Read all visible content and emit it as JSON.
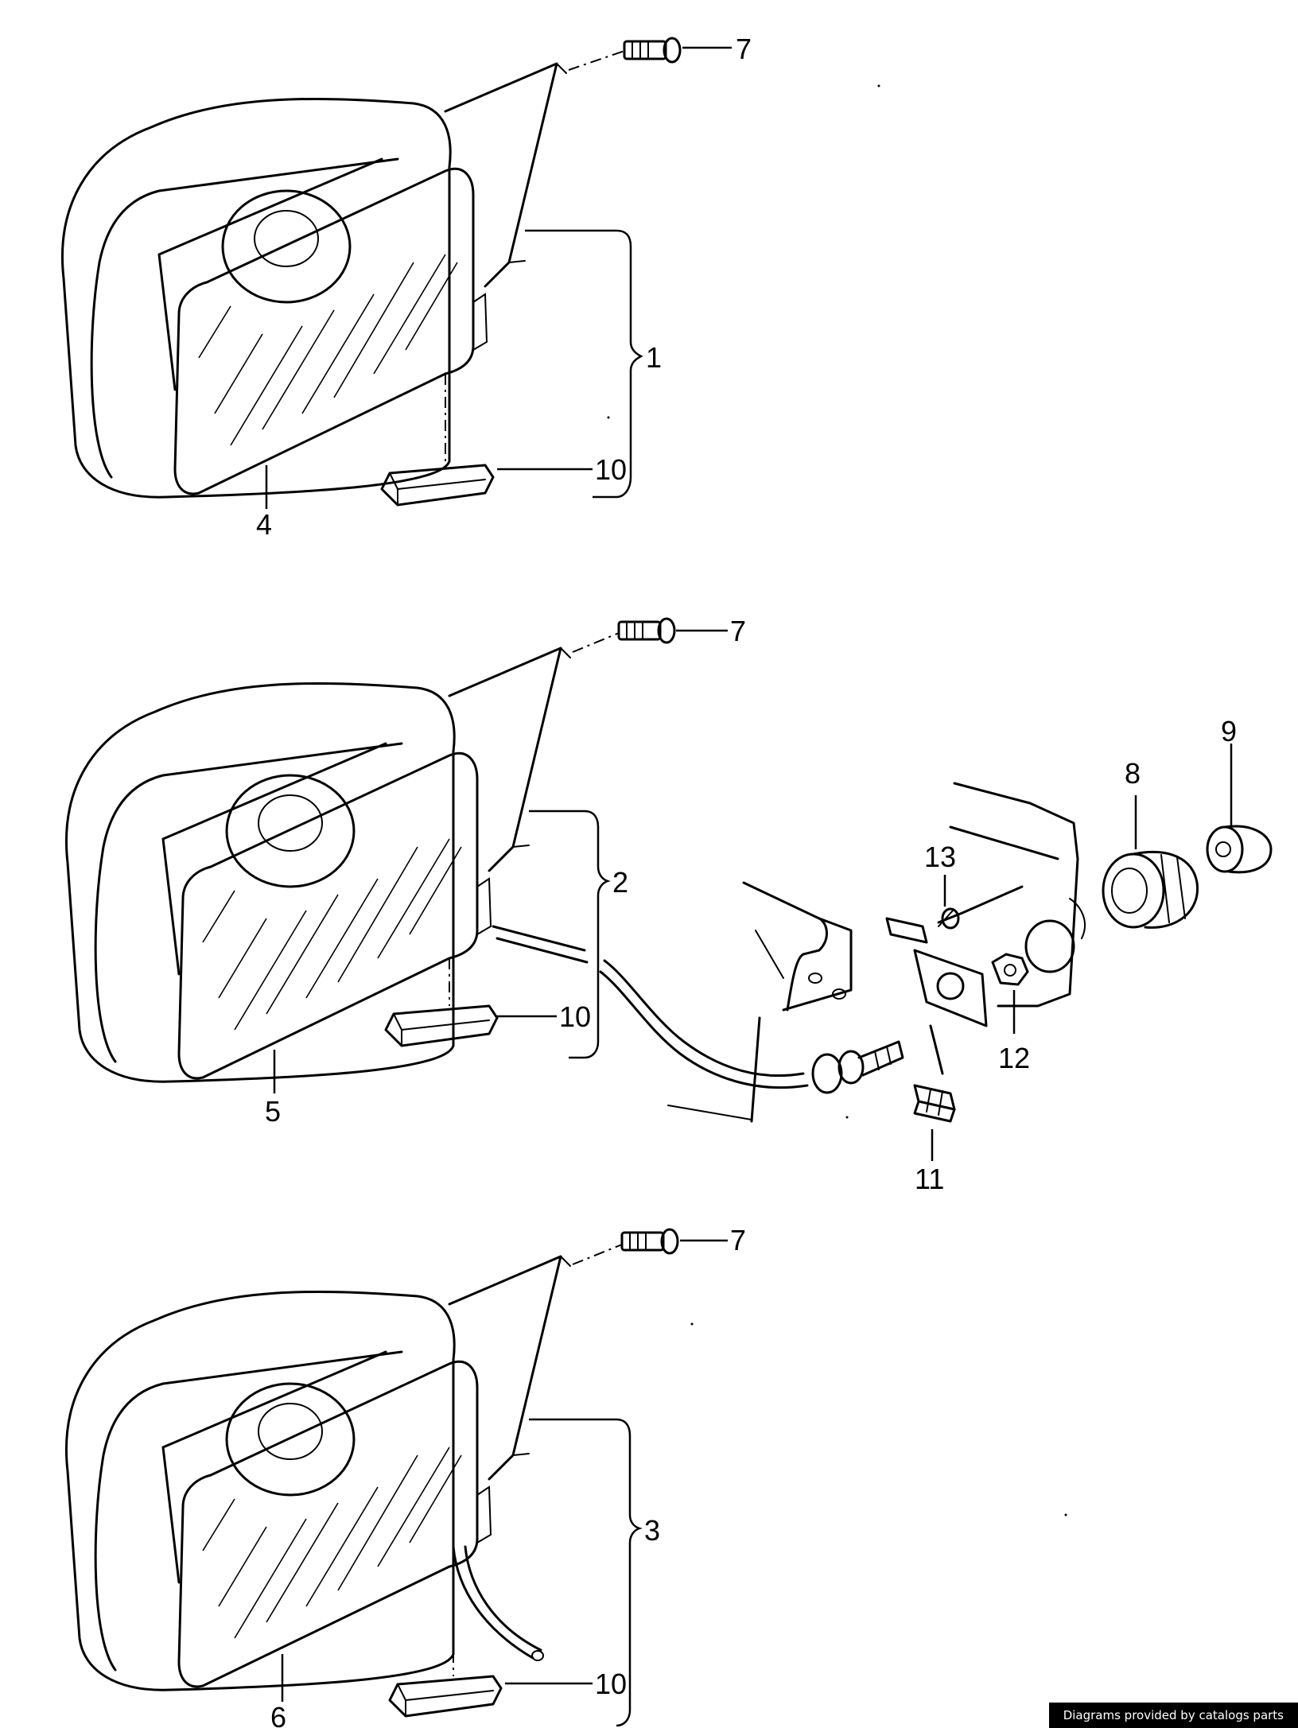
{
  "callouts": {
    "c1": "1",
    "c2": "2",
    "c3": "3",
    "c4": "4",
    "c5": "5",
    "c6": "6",
    "c7a": "7",
    "c7b": "7",
    "c7c": "7",
    "c8": "8",
    "c9": "9",
    "c10a": "10",
    "c10b": "10",
    "c10c": "10",
    "c11": "11",
    "c12": "12",
    "c13": "13"
  },
  "credit": "Diagrams provided by catalogs parts"
}
